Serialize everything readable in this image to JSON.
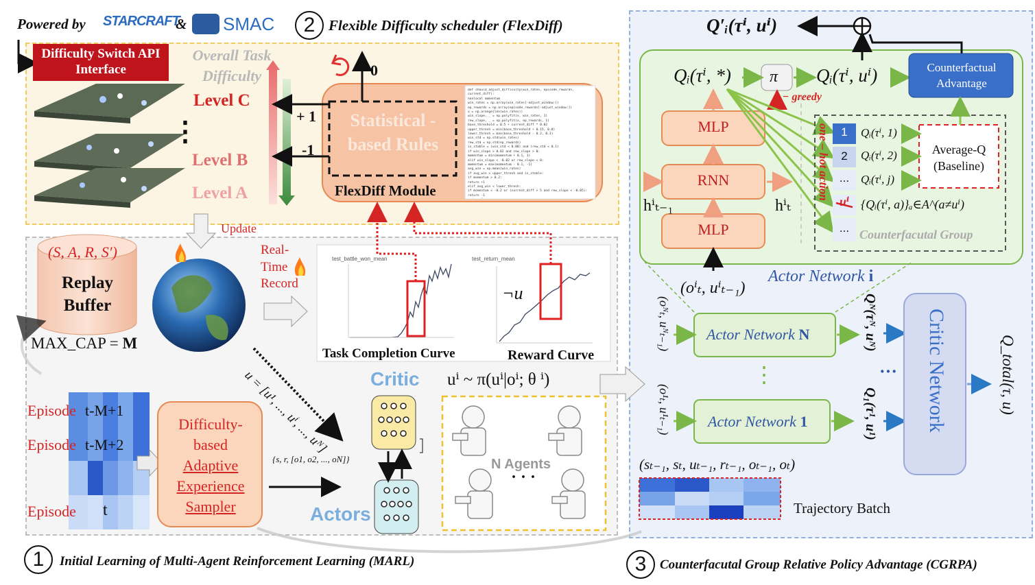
{
  "header": {
    "powered_by": "Powered by",
    "starcraft": "STARCRAFT",
    "amp": "&",
    "smac": "SMAC"
  },
  "section2": {
    "num": "2",
    "title": "Flexible Difficulty scheduler (FlexDiff)",
    "api_label": "Difficulty Switch API Interface",
    "overall": "Overall Task Difficulty",
    "level_c": "Level C",
    "level_b": "Level B",
    "level_a": "Level A",
    "dots": "⋮",
    "plus1": "+ 1",
    "minus1": "-1",
    "zero": "0",
    "rules": "Statistical -based Rules",
    "module": "FlexDiff Module",
    "code_title": "def should_adjust_difficulty(win_rates, episode_rewards, current_diff):",
    "code_lines": [
      "nonlocal momentum",
      "win_rates = np.array(win_rates[-adjust_window:])",
      "ep_rewards = np.array(episode_rewards[-adjust_window:])",
      "x = np.arange(len(win_rates))",
      "win_slope, _ = np.polyfit(x, win_rates, 1)",
      "rew_slope, _ = np.polyfit(x, ep_rewards, 1)",
      "base_threshold = 0.5 + current_diff * 0.02",
      "upper_thresh = min(base_threshold + 0.15, 0.8)",
      "lower_thresh = max(base_threshold - 0.2, 0.3)",
      "win_std = np.std(win_rates)",
      "rew_std = np.std(ep_rewards)",
      "is_stable = (win_std < 0.08) and (rew_std < 0.1)",
      "if win_slope > 0.02 and rew_slope > 0:",
      "    momentum = min(momentum + 0.1, 1)",
      "elif win_slope < -0.02 or rew_slope < 0:",
      "    momentum = max(momentum - 0.1, -1)",
      "avg_win = np.mean(win_rates)",
      "if avg_win > upper_thresh and is_stable:",
      "    if momentum > 0.2:",
      "        return +1",
      "elif avg_win < lower_thresh:",
      "    if momentum < -0.2 or (current_diff > 5 and rew_slope < -0.05):",
      "        return -1",
      "return 0"
    ]
  },
  "section1": {
    "num": "1",
    "title": "Initial Learning of Multi-Agent Reinforcement Learning (MARL)",
    "update": "Update",
    "sars": "(S, A, R, S′)",
    "replay": "Replay Buffer",
    "maxcap": "MAX_CAP = ",
    "maxcap_m": "M",
    "realtime": "Real- Time Record",
    "chart1_title": "test_battle_won_mean",
    "chart2_title": "test_return_mean",
    "chart1_caption": "Task Completion Curve",
    "chart2_caption": "Reward Curve",
    "not_u": "¬u",
    "u_vec": "u = [u¹, ..., uⁱ, ..., uᴺ]",
    "sr_obs": "{s, r, [o1, o2, ..., oN]}",
    "ep1_label": "Episode",
    "ep1_val": "t-M+1",
    "ep2_label": "Episode",
    "ep2_val": "t-M+2",
    "ep3_label": "Episode",
    "ep3_val": "t",
    "sampler_l1": "Difficulty-",
    "sampler_l2": "based",
    "sampler_l3": "Adaptive",
    "sampler_l4": "Experience",
    "sampler_l5": "Sampler",
    "critic": "Critic",
    "actors": "Actors",
    "policy": "uⁱ ~ π(uⁱ|oⁱ; θ ⁱ)",
    "n_agents": "N Agents",
    "agents_dots": "· · ·"
  },
  "section3": {
    "num": "3",
    "title": "Counterfacutal Group Relative Policy Advantage (CGRPA)",
    "q_prime": "Q′ᵢ(τⁱ, uⁱ)",
    "q_star": "Qᵢ(τⁱ, *)",
    "pi": "π",
    "q_tu": "Qᵢ(τⁱ, uⁱ)",
    "cf_adv": "Counterfactual Advantage",
    "eps_greedy": "ε − greedy",
    "one_hot": "one – hot action",
    "mlp": "MLP",
    "rnn": "RNN",
    "h_prev": "hⁱₜ₋₁",
    "h_cur": "hⁱₜ",
    "idx1": "1",
    "idx2": "2",
    "idx_dots": "...",
    "idx_u": "uⁱ",
    "q1": "Qᵢ(τⁱ, 1)",
    "q2": "Qᵢ(τⁱ, 2)",
    "qj": "Qᵢ(τⁱ, j)",
    "q_set": "{Qᵢ(τⁱ, a)}ₐ∈A^(a≠uⁱ)",
    "avg_q": "Average-Q (Baseline)",
    "cf_group": "Counterfacutal Group",
    "obs_in": "(oⁱₜ, uⁱₜ₋₁)",
    "actor_net_i": "Actor Network ",
    "actor_net_i_b": "i",
    "actor_n": "Actor Network ",
    "actor_n_b": "N",
    "actor_1": "Actor Network ",
    "actor_1_b": "1",
    "oN": "(oᴺₜ, uᴺₜ₋₁)",
    "o1": "(o¹ₜ, u¹ₜ₋₁)",
    "qN": "Qᴺ(τᴺ, uᴺ)",
    "q1_out": "Q₁(τ¹, u¹)",
    "vdots": "⋮",
    "hdots": "···",
    "critic_net": "Critic Network",
    "q_total": "Q_total(τ, u)",
    "traj": "(sₜ₋₁, sₜ, uₜ₋₁, rₜ₋₁, oₜ₋₁, oₜ)",
    "traj_batch": "Trajectory Batch"
  },
  "colors": {
    "red": "#d42424",
    "orange": "#e58a52",
    "green": "#7ab648",
    "blue": "#2f55a4"
  }
}
